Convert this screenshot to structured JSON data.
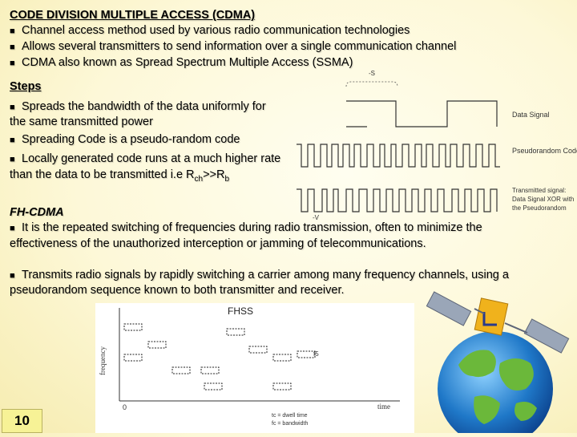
{
  "slide": {
    "title": "CODE DIVISION MULTIPLE ACCESS (CDMA)",
    "bullets": [
      "Channel access method used by various radio communication technologies",
      "Allows several transmitters to send information over a single communication channel",
      "CDMA also known as Spread Spectrum Multiple Access (SSMA)"
    ],
    "steps_heading": "Steps",
    "steps": {
      "s1_line1": "Spreads the bandwidth of the data uniformly for",
      "s1_line2": "the same transmitted power",
      "s2": "Spreading Code is a pseudo-random code",
      "s3_line1": "Locally generated code runs at a much higher rate",
      "s3_line2_pre": "than the data to be transmitted i.e R",
      "s3_sub1": "ch",
      "s3_mid": ">>R",
      "s3_sub2": "b"
    },
    "fh_heading": "FH-CDMA",
    "fh_b1_line1": "It is the repeated switching of frequencies during radio transmission, often to minimize the",
    "fh_b1_line2": "effectiveness of the unauthorized interception or jamming of telecommunications.",
    "fh_b2_line1": "Transmits radio signals by rapidly switching a carrier among many frequency channels, using a",
    "fh_b2_line2": "pseudorandom sequence known to both transmitter and receiver.",
    "page_number": "10"
  },
  "signal_diagram": {
    "label_data": "Data Signal",
    "label_code": "Pseudorandom Code",
    "label_tx1": "Transmitted signal:",
    "label_tx2": "Data Signal XOR with",
    "label_tx3": "the Pseudorandom",
    "mark_top": "-S",
    "mark_mid": "-V"
  },
  "fhss_figure": {
    "title": "FHSS",
    "ylabel": "frequency",
    "xlabel": "time",
    "origin": "0",
    "note": "f5",
    "legend1": "tc = dwell time",
    "legend2": "fc = bandwidth"
  },
  "colors": {
    "slide_bg": "#fdf8d8",
    "page_box": "#f7f296",
    "globe_ocean": "#1f78c8",
    "globe_land": "#6bb83a",
    "satellite_body": "#f0b21c",
    "solar_panel": "#9aa6b8"
  }
}
